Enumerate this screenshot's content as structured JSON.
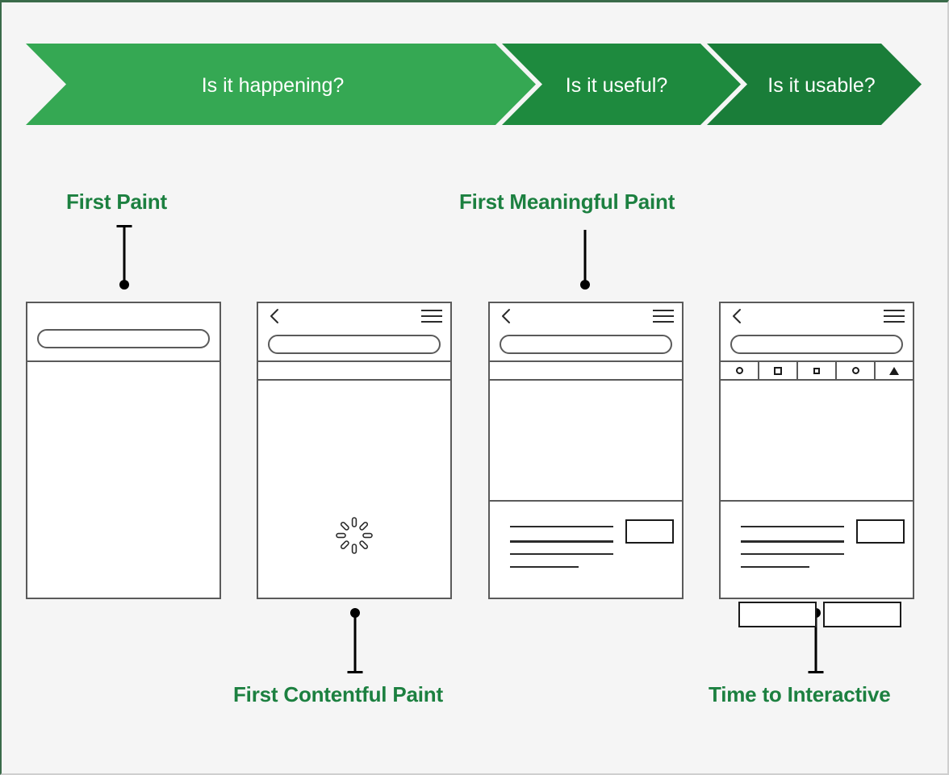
{
  "diagram": {
    "title": "Page load performance metrics timeline",
    "colors": {
      "background": "#f5f5f5",
      "phase_light_green": "#35a853",
      "phase_mid_green": "#1e8a3e",
      "phase_dark_green": "#1a7d39",
      "label_green": "#1c8040",
      "wireframe_stroke": "#5a5a5a",
      "ink": "#1a1a1a"
    }
  },
  "phases": [
    {
      "id": "is-it-happening",
      "label": "Is it happening?",
      "color": "#35a853"
    },
    {
      "id": "is-it-useful",
      "label": "Is it useful?",
      "color": "#1e8a3e"
    },
    {
      "id": "is-it-usable",
      "label": "Is it usable?",
      "color": "#1a7d39"
    }
  ],
  "metrics": [
    {
      "id": "first-paint",
      "label": "First Paint",
      "position": "above",
      "phase": "is-it-happening"
    },
    {
      "id": "first-contentful-paint",
      "label": "First Contentful Paint",
      "position": "below",
      "phase": "is-it-happening"
    },
    {
      "id": "first-meaningful-paint",
      "label": "First Meaningful Paint",
      "position": "above",
      "phase": "is-it-useful"
    },
    {
      "id": "time-to-interactive",
      "label": "Time to Interactive",
      "position": "below",
      "phase": "is-it-usable"
    }
  ],
  "wireframes": [
    {
      "id": "phone-first-paint",
      "metric": "First Paint",
      "chrome": {
        "back_icon": false,
        "menu_icon": false,
        "url_bar": true
      },
      "strip": null,
      "state": "blank-page",
      "body": {
        "spinner": false,
        "text_lines": 0,
        "boxes": 0,
        "buttons": 0
      }
    },
    {
      "id": "phone-first-contentful-paint",
      "metric": "First Contentful Paint",
      "chrome": {
        "back_icon": true,
        "menu_icon": true,
        "url_bar": true
      },
      "strip": {
        "type": "empty-bar",
        "cells": []
      },
      "state": "loading-spinner",
      "body": {
        "spinner": true,
        "text_lines": 0,
        "boxes": 0,
        "buttons": 0
      }
    },
    {
      "id": "phone-first-meaningful-paint",
      "metric": "First Meaningful Paint",
      "chrome": {
        "back_icon": true,
        "menu_icon": true,
        "url_bar": true
      },
      "strip": {
        "type": "empty-bar",
        "cells": []
      },
      "state": "content-rendered",
      "body": {
        "spinner": false,
        "text_lines": 4,
        "boxes": 1,
        "buttons": 0
      }
    },
    {
      "id": "phone-time-to-interactive",
      "metric": "Time to Interactive",
      "chrome": {
        "back_icon": true,
        "menu_icon": true,
        "url_bar": true
      },
      "strip": {
        "type": "icon-bar",
        "cells": [
          {
            "icon": "circle-icon"
          },
          {
            "icon": "square-icon"
          },
          {
            "icon": "small-square-icon"
          },
          {
            "icon": "circle-icon"
          },
          {
            "icon": "triangle-icon"
          }
        ]
      },
      "state": "fully-interactive",
      "body": {
        "spinner": false,
        "text_lines": 4,
        "boxes": 1,
        "buttons": 2
      }
    }
  ]
}
